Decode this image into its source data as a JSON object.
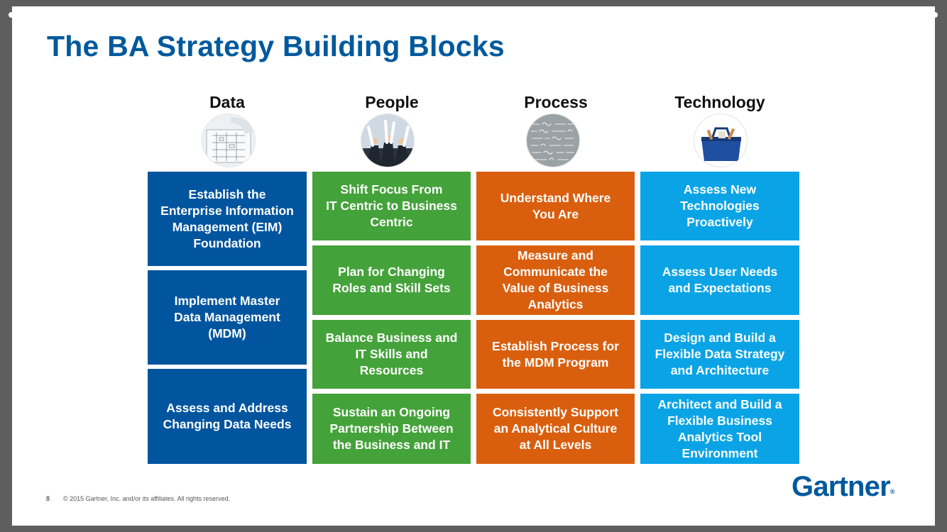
{
  "slide": {
    "title": "The BA Strategy Building Blocks",
    "page_number": "8",
    "copyright": "© 2015 Gartner, Inc. and/or its affiliates. All rights reserved.",
    "logo": "Gartner",
    "logo_mark": "®"
  },
  "colors": {
    "title": "#00599c",
    "data": "#01559f",
    "people": "#44a23a",
    "process": "#d95f0e",
    "technology": "#0aa4e6"
  },
  "columns": [
    {
      "heading": "Data",
      "image_icon": "blueprint-image-icon",
      "blocks": [
        "Establish the\nEnterprise Information\nManagement (EIM)\nFoundation",
        "Implement Master\nData Management\n(MDM)",
        "Assess and Address\nChanging Data Needs"
      ]
    },
    {
      "heading": "People",
      "image_icon": "team-celebrating-image-icon",
      "blocks": [
        "Shift Focus From\nIT Centric to Business\nCentric",
        "Plan for Changing\nRoles and Skill Sets",
        "Balance Business and\nIT Skills and\nResources",
        "Sustain an Ongoing\nPartnership Between\nthe Business and IT"
      ]
    },
    {
      "heading": "Process",
      "image_icon": "formulas-image-icon",
      "blocks": [
        "Understand Where\nYou Are",
        "Measure and\nCommunicate the\nValue of Business\nAnalytics",
        "Establish Process for\nthe MDM Program",
        "Consistently Support\nan Analytical Culture\nat All Levels"
      ]
    },
    {
      "heading": "Technology",
      "image_icon": "toolbox-image-icon",
      "blocks": [
        "Assess New\nTechnologies\nProactively",
        "Assess User Needs\nand Expectations",
        "Design and Build a\nFlexible Data Strategy\nand Architecture",
        "Architect and Build a\nFlexible Business\nAnalytics Tool\nEnvironment"
      ]
    }
  ]
}
